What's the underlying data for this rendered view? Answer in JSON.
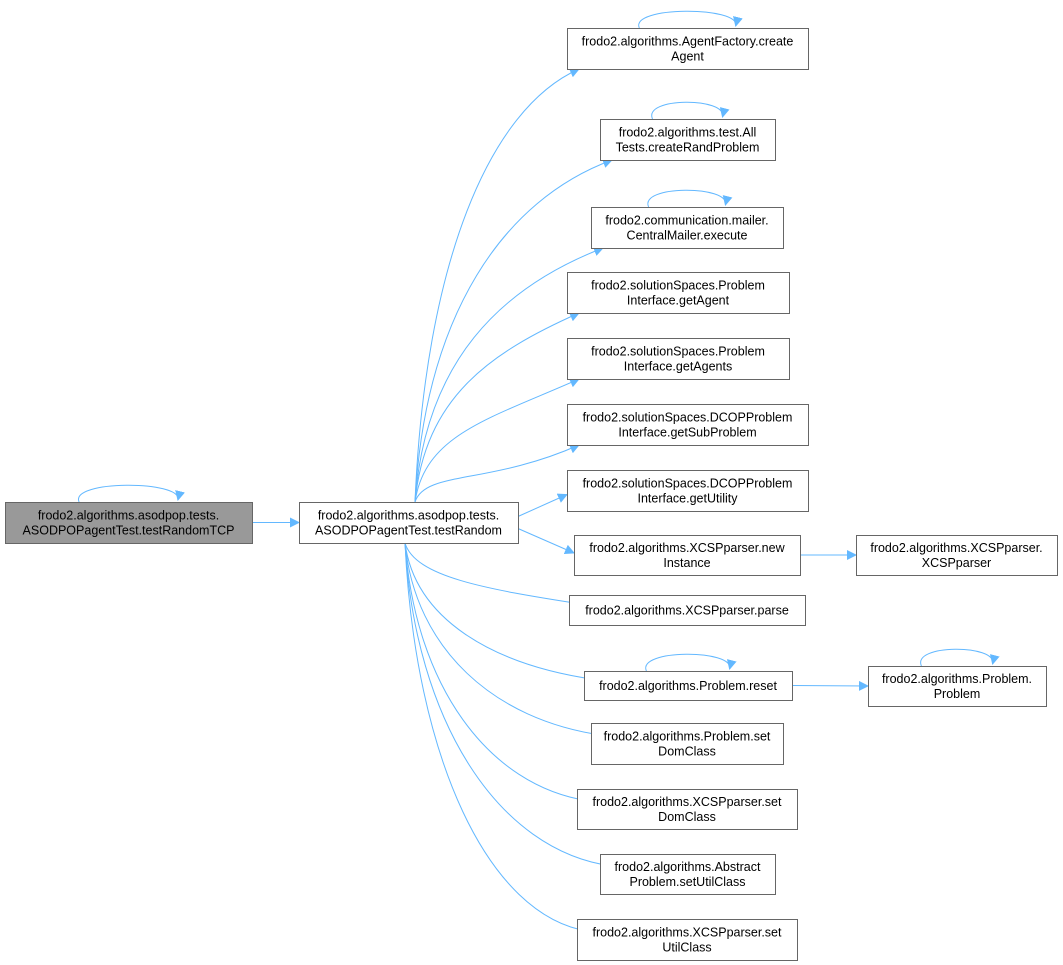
{
  "graph": {
    "type": "call-graph",
    "edge_color": "#63b8ff",
    "root_fill": "#999999",
    "node_fill": "#ffffff",
    "border_color": "#666666",
    "nodes": [
      {
        "id": "n0",
        "lines": [
          "frodo2.algorithms.asodpop.tests.",
          "ASODPOPagentTest.testRandomTCP"
        ],
        "root": true,
        "self_call": true
      },
      {
        "id": "n1",
        "lines": [
          "frodo2.algorithms.asodpop.tests.",
          "ASODPOPagentTest.testRandom"
        ],
        "self_call": false
      },
      {
        "id": "a",
        "lines": [
          "frodo2.algorithms.AgentFactory.create",
          "Agent"
        ],
        "self_call": true
      },
      {
        "id": "b",
        "lines": [
          "frodo2.algorithms.test.All",
          "Tests.createRandProblem"
        ],
        "self_call": true
      },
      {
        "id": "c",
        "lines": [
          "frodo2.communication.mailer.",
          "CentralMailer.execute"
        ],
        "self_call": true
      },
      {
        "id": "d",
        "lines": [
          "frodo2.solutionSpaces.Problem",
          "Interface.getAgent"
        ],
        "self_call": false
      },
      {
        "id": "e",
        "lines": [
          "frodo2.solutionSpaces.Problem",
          "Interface.getAgents"
        ],
        "self_call": false
      },
      {
        "id": "f",
        "lines": [
          "frodo2.solutionSpaces.DCOPProblem",
          "Interface.getSubProblem"
        ],
        "self_call": false
      },
      {
        "id": "g",
        "lines": [
          "frodo2.solutionSpaces.DCOPProblem",
          "Interface.getUtility"
        ],
        "self_call": false
      },
      {
        "id": "h",
        "lines": [
          "frodo2.algorithms.XCSPparser.new",
          "Instance"
        ],
        "self_call": false
      },
      {
        "id": "i",
        "lines": [
          "frodo2.algorithms.XCSPparser.parse"
        ],
        "self_call": false
      },
      {
        "id": "j",
        "lines": [
          "frodo2.algorithms.Problem.reset"
        ],
        "self_call": true
      },
      {
        "id": "k",
        "lines": [
          "frodo2.algorithms.Problem.set",
          "DomClass"
        ],
        "self_call": false
      },
      {
        "id": "l",
        "lines": [
          "frodo2.algorithms.XCSPparser.set",
          "DomClass"
        ],
        "self_call": false
      },
      {
        "id": "m",
        "lines": [
          "frodo2.algorithms.Abstract",
          "Problem.setUtilClass"
        ],
        "self_call": false
      },
      {
        "id": "p",
        "lines": [
          "frodo2.algorithms.XCSPparser.set",
          "UtilClass"
        ],
        "self_call": false
      },
      {
        "id": "x",
        "lines": [
          "frodo2.algorithms.XCSPparser.",
          "XCSPparser"
        ],
        "self_call": false
      },
      {
        "id": "q",
        "lines": [
          "frodo2.algorithms.Problem.",
          "Problem"
        ],
        "self_call": true
      }
    ],
    "edges": [
      [
        "n0",
        "n1"
      ],
      [
        "n1",
        "a"
      ],
      [
        "n1",
        "b"
      ],
      [
        "n1",
        "c"
      ],
      [
        "n1",
        "d"
      ],
      [
        "n1",
        "e"
      ],
      [
        "n1",
        "f"
      ],
      [
        "n1",
        "g"
      ],
      [
        "n1",
        "h"
      ],
      [
        "n1",
        "i"
      ],
      [
        "n1",
        "j"
      ],
      [
        "n1",
        "k"
      ],
      [
        "n1",
        "l"
      ],
      [
        "n1",
        "m"
      ],
      [
        "n1",
        "p"
      ],
      [
        "h",
        "x"
      ],
      [
        "j",
        "q"
      ]
    ]
  }
}
